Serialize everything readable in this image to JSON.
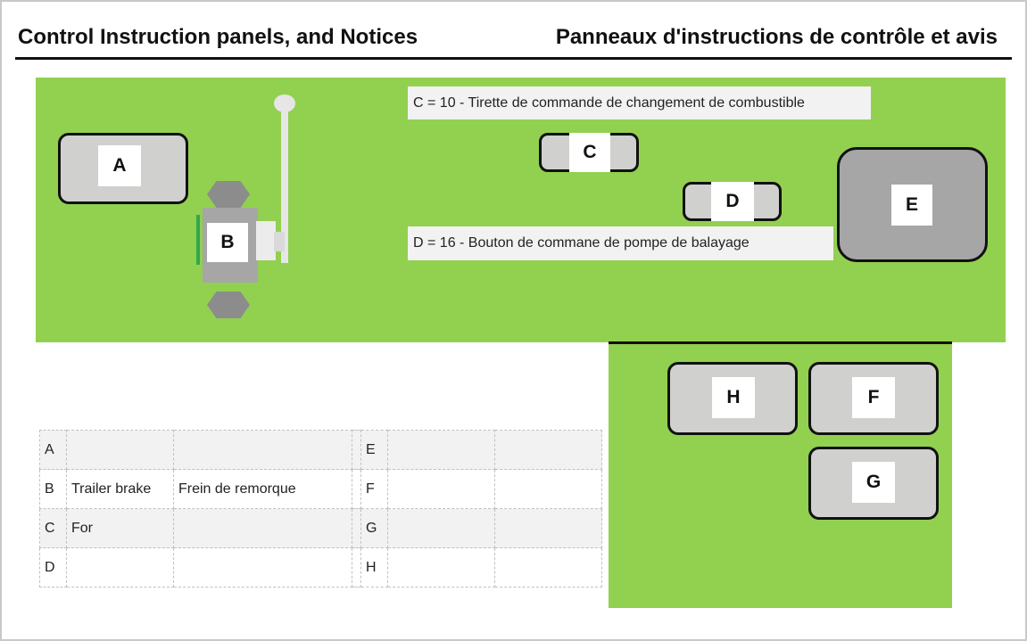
{
  "header": {
    "title_en": "Control Instruction panels, and Notices",
    "title_fr": "Panneaux d'instructions de contrôle et avis"
  },
  "controls": {
    "A": "A",
    "B": "B",
    "C": "C",
    "D": "D",
    "E": "E",
    "F": "F",
    "G": "G",
    "H": "H"
  },
  "notes": {
    "c_note": "C = 10 -  Tirette de commande de changement de combustible",
    "d_note": "D = 16 - Bouton de commane de pompe de balayage"
  },
  "legend": {
    "rows": [
      {
        "key": "A",
        "en": "",
        "fr": "",
        "key2": "E",
        "v1": "",
        "v2": ""
      },
      {
        "key": "B",
        "en": "Trailer brake",
        "fr": "Frein de remorque",
        "key2": "F",
        "v1": "",
        "v2": ""
      },
      {
        "key": "C",
        "en": "For",
        "fr": "",
        "key2": "G",
        "v1": "",
        "v2": ""
      },
      {
        "key": "D",
        "en": "",
        "fr": "",
        "key2": "H",
        "v1": "",
        "v2": ""
      }
    ]
  },
  "colors": {
    "panel_green": "#92d050",
    "control_gray": "#d0d0ce",
    "control_dark_gray": "#a6a6a6"
  }
}
